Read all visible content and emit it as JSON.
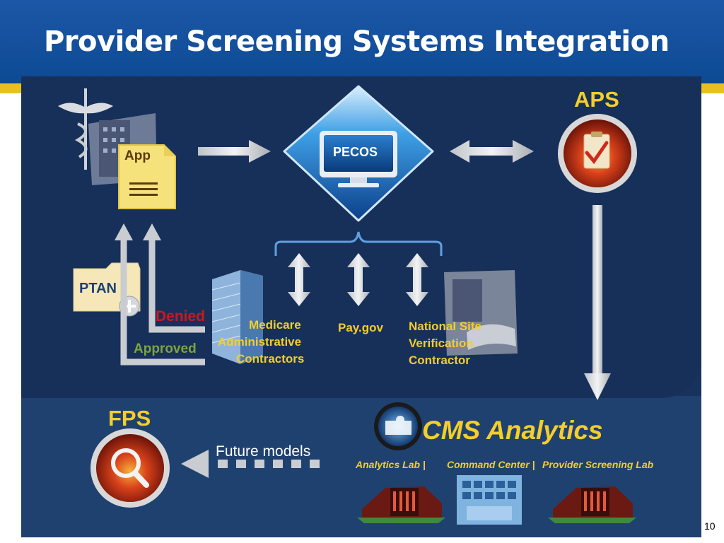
{
  "slide": {
    "title": "Provider Screening Systems Integration",
    "page_number": "10"
  },
  "nodes": {
    "app_label": "App",
    "pecos_label": "PECOS",
    "aps_label": "APS",
    "ptan_label": "PTAN",
    "denied_label": "Denied",
    "approved_label": "Approved",
    "mac_line1": "Medicare",
    "mac_line2": "Administrative",
    "mac_line3": "Contractors",
    "paygov_label": "Pay.gov",
    "nsv_line1": "National Site",
    "nsv_line2": "Verification",
    "nsv_line3": "Contractor",
    "fps_label": "FPS",
    "cms_analytics_label": "CMS Analytics",
    "future_models_label": "Future models",
    "analytics_lab_label": "Analytics Lab |",
    "command_center_label": "Command Center |",
    "provider_lab_label": "Provider Screening Lab"
  },
  "colors": {
    "header_blue": "#1c57a6",
    "panel_navy": "#18325e",
    "accent_yellow": "#f4ce2a",
    "denied_red": "#c8191e",
    "approved_green": "#7ea33f"
  }
}
